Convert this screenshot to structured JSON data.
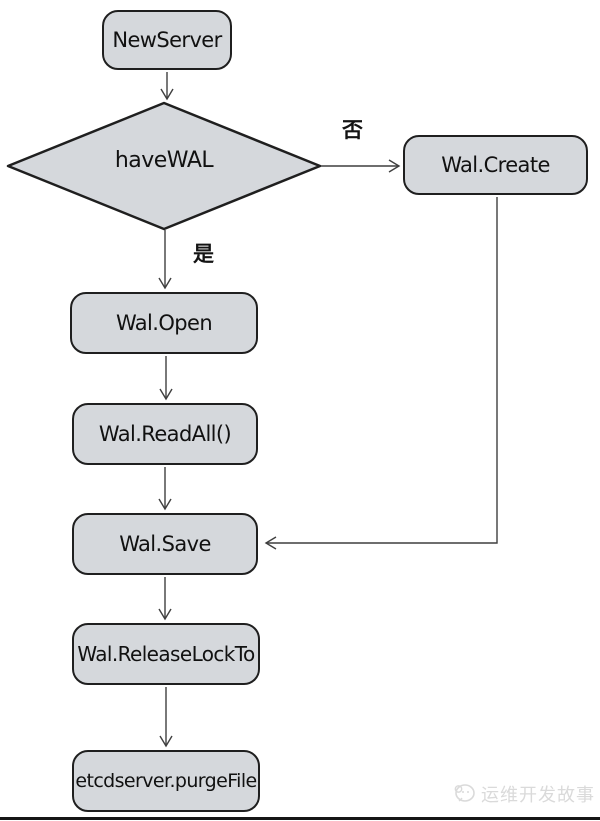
{
  "nodes": {
    "new_server": {
      "label": "NewServer",
      "shape": "rounded-rect"
    },
    "have_wal": {
      "label": "haveWAL",
      "shape": "diamond"
    },
    "wal_create": {
      "label": "Wal.Create",
      "shape": "rounded-rect"
    },
    "wal_open": {
      "label": "Wal.Open",
      "shape": "rounded-rect"
    },
    "wal_read_all": {
      "label": "Wal.ReadAll()",
      "shape": "rounded-rect"
    },
    "wal_save": {
      "label": "Wal.Save",
      "shape": "rounded-rect"
    },
    "wal_release_lock_to": {
      "label": "Wal.ReleaseLockTo",
      "shape": "rounded-rect"
    },
    "etcdserver_purge_file": {
      "label": "etcdserver.purgeFile",
      "shape": "rounded-rect"
    }
  },
  "edges": [
    {
      "from": "new_server",
      "to": "have_wal",
      "label": ""
    },
    {
      "from": "have_wal",
      "to": "wal_create",
      "label": "否"
    },
    {
      "from": "have_wal",
      "to": "wal_open",
      "label": "是"
    },
    {
      "from": "wal_open",
      "to": "wal_read_all",
      "label": ""
    },
    {
      "from": "wal_read_all",
      "to": "wal_save",
      "label": ""
    },
    {
      "from": "wal_create",
      "to": "wal_save",
      "label": ""
    },
    {
      "from": "wal_save",
      "to": "wal_release_lock_to",
      "label": ""
    },
    {
      "from": "wal_release_lock_to",
      "to": "etcdserver_purge_file",
      "label": ""
    }
  ],
  "edge_labels": {
    "no": "否",
    "yes": "是"
  },
  "watermark": {
    "text": "运维开发故事"
  },
  "colors": {
    "node_fill": "#d5d8dc",
    "node_border": "#1f1f1f",
    "edge_line": "#3f3f3f",
    "label_text": "#111111",
    "watermark_text": "#dadada",
    "bottom_rule": "#161616"
  }
}
